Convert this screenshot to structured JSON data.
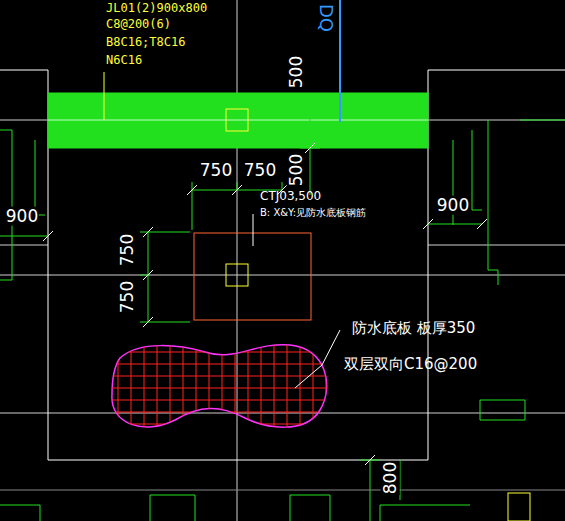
{
  "diagram": {
    "labels": [
      "JL01(2)900x800",
      "C8@200(6)",
      "B8C16;T8C16",
      "N6C16",
      "DQ",
      "500",
      "500",
      "750",
      "750",
      "CTJ03,500",
      "B: X&Y:见防水底板钢筋",
      "900",
      "900",
      "750",
      "750",
      "防水底板 板厚350",
      "双层双向C16@200",
      "800"
    ]
  }
}
